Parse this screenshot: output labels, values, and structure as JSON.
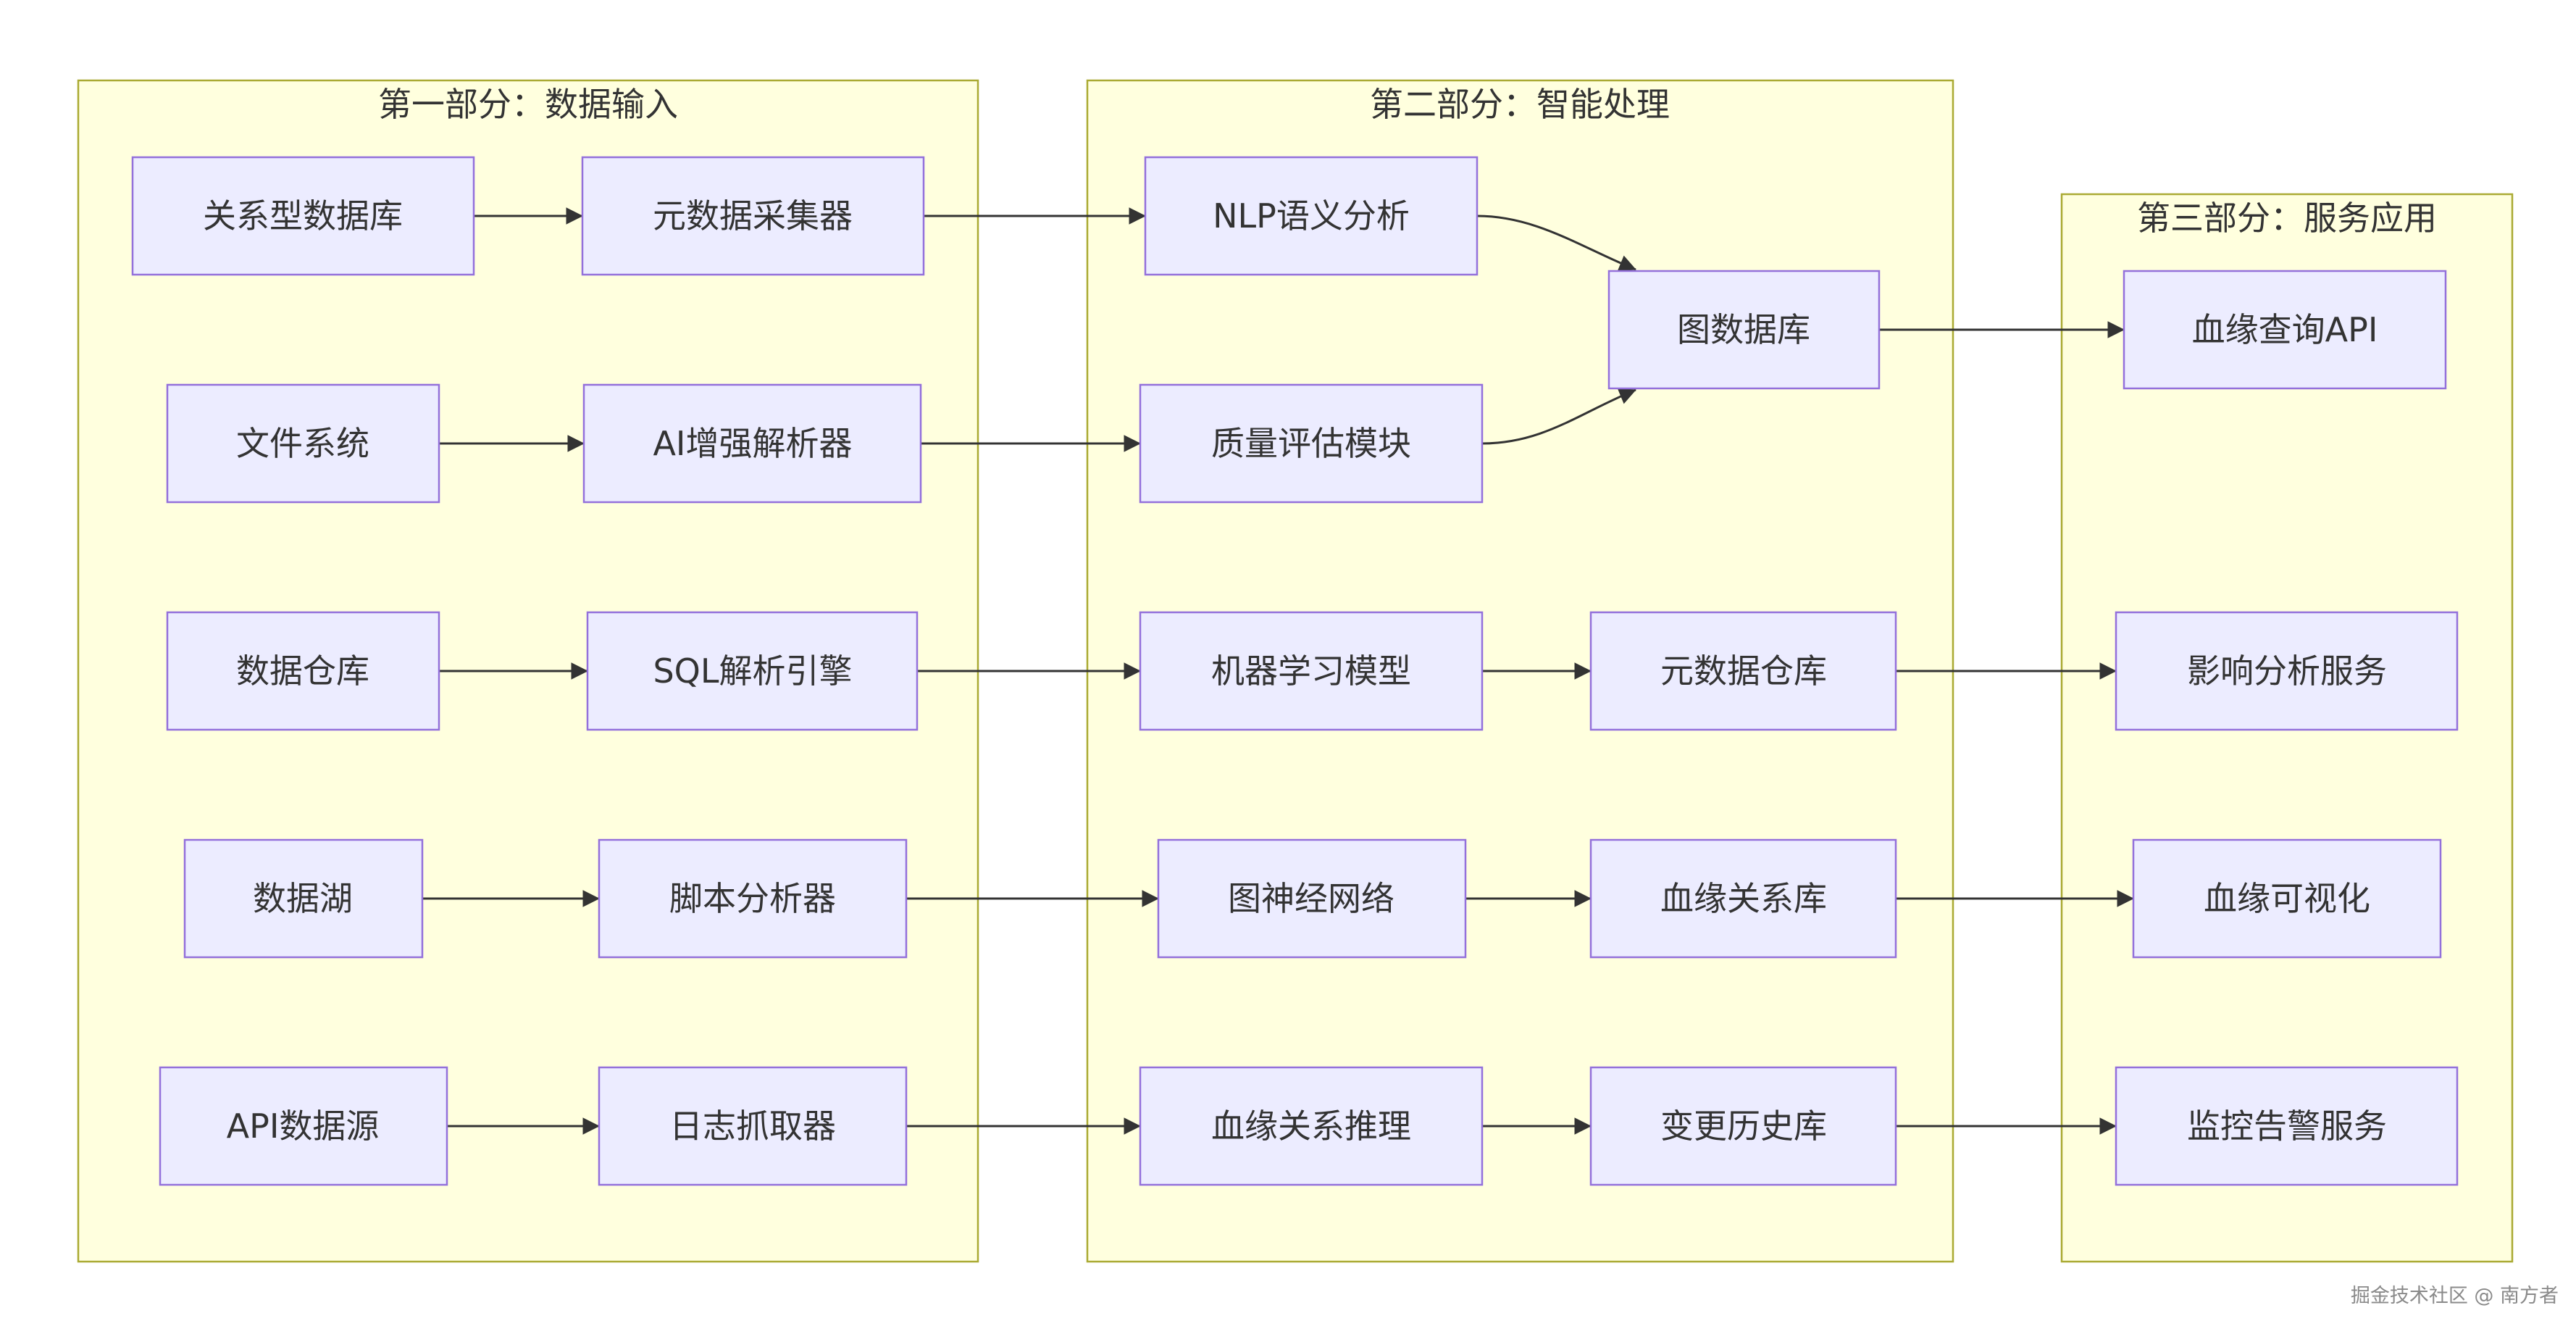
{
  "clusters": {
    "input": {
      "title": "第一部分：数据输入"
    },
    "processing": {
      "title": "第二部分：智能处理"
    },
    "service": {
      "title": "第三部分：服务应用"
    }
  },
  "nodes": {
    "relational_db": "关系型数据库",
    "file_system": "文件系统",
    "data_warehouse": "数据仓库",
    "data_lake": "数据湖",
    "api_source": "API数据源",
    "metadata_collector": "元数据采集器",
    "ai_parser": "AI增强解析器",
    "sql_parser": "SQL解析引擎",
    "script_analyzer": "脚本分析器",
    "log_crawler": "日志抓取器",
    "nlp_analysis": "NLP语义分析",
    "quality_assessment": "质量评估模块",
    "ml_model": "机器学习模型",
    "gnn": "图神经网络",
    "lineage_inference": "血缘关系推理",
    "graph_db": "图数据库",
    "metadata_warehouse": "元数据仓库",
    "lineage_store": "血缘关系库",
    "change_history": "变更历史库",
    "lineage_query_api": "血缘查询API",
    "impact_analysis": "影响分析服务",
    "lineage_visualization": "血缘可视化",
    "monitoring_alert": "监控告警服务"
  },
  "edges": [
    {
      "from": "relational_db",
      "to": "metadata_collector"
    },
    {
      "from": "file_system",
      "to": "ai_parser"
    },
    {
      "from": "data_warehouse",
      "to": "sql_parser"
    },
    {
      "from": "data_lake",
      "to": "script_analyzer"
    },
    {
      "from": "api_source",
      "to": "log_crawler"
    },
    {
      "from": "metadata_collector",
      "to": "nlp_analysis"
    },
    {
      "from": "ai_parser",
      "to": "quality_assessment"
    },
    {
      "from": "sql_parser",
      "to": "ml_model"
    },
    {
      "from": "script_analyzer",
      "to": "gnn"
    },
    {
      "from": "log_crawler",
      "to": "lineage_inference"
    },
    {
      "from": "nlp_analysis",
      "to": "graph_db"
    },
    {
      "from": "quality_assessment",
      "to": "graph_db"
    },
    {
      "from": "ml_model",
      "to": "metadata_warehouse"
    },
    {
      "from": "gnn",
      "to": "lineage_store"
    },
    {
      "from": "lineage_inference",
      "to": "change_history"
    },
    {
      "from": "graph_db",
      "to": "lineage_query_api"
    },
    {
      "from": "metadata_warehouse",
      "to": "impact_analysis"
    },
    {
      "from": "lineage_store",
      "to": "lineage_visualization"
    },
    {
      "from": "change_history",
      "to": "monitoring_alert"
    }
  ],
  "watermark": "掘金技术社区 @ 南方者",
  "colors": {
    "cluster_fill": "#ffffde",
    "cluster_border": "#aaaa33",
    "node_fill": "#ececff",
    "node_border": "#9370db",
    "edge": "#333333",
    "text": "#333333"
  }
}
